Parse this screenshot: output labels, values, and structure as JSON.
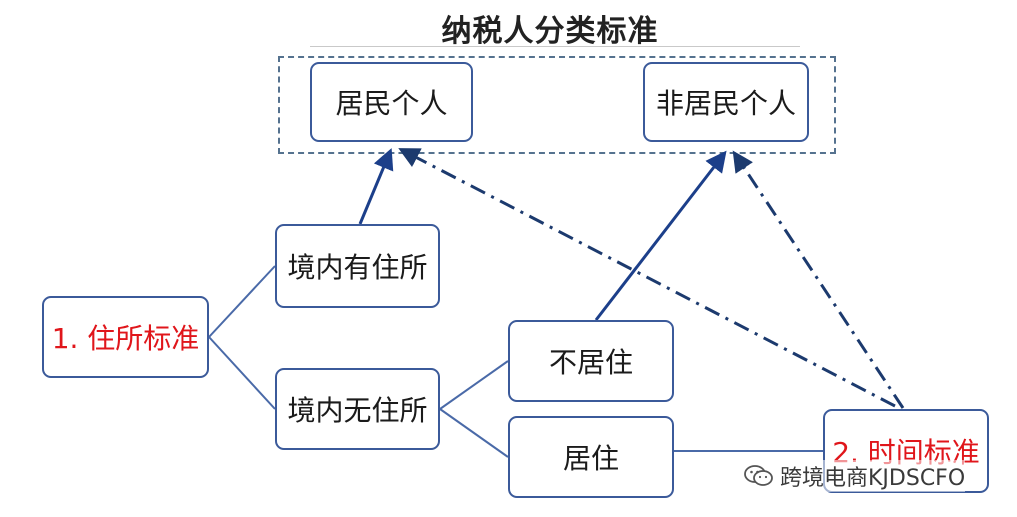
{
  "title": "纳税人分类标准",
  "nodes": {
    "resident": "居民个人",
    "nonresident": "非居民个人",
    "has_domicile": "境内有住所",
    "no_domicile": "境内无住所",
    "domicile_standard": "1. 住所标准",
    "not_live": "不居住",
    "live": "居住",
    "time_standard": "2. 时间标准"
  },
  "watermark": "跨境电商KJDSCFO",
  "colors": {
    "box_border": "#3b5a9a",
    "arrow": "#1c3f8a",
    "dashed": "#1c3a6e",
    "highlight_text": "#e0161b"
  },
  "icons": {
    "watermark": "wechat-icon"
  }
}
